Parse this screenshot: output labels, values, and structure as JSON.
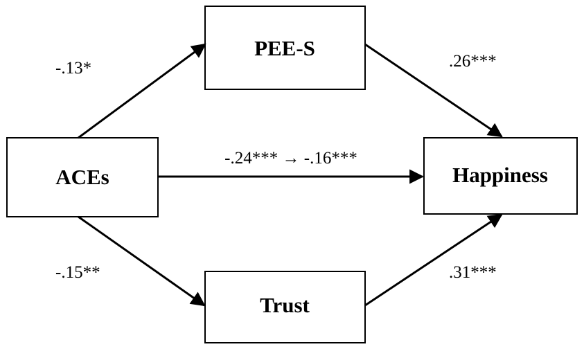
{
  "nodes": {
    "aces": "ACEs",
    "pee_s": "PEE-S",
    "trust": "Trust",
    "happiness": "Happiness"
  },
  "paths": {
    "aces_to_pee_s": "-.13*",
    "pee_s_to_happiness": ".26***",
    "aces_to_happiness": "-.24*** → -.16***",
    "aces_to_trust": "-.15**",
    "trust_to_happiness": ".31***"
  },
  "colors": {
    "line": "#000000",
    "background": "#ffffff"
  }
}
